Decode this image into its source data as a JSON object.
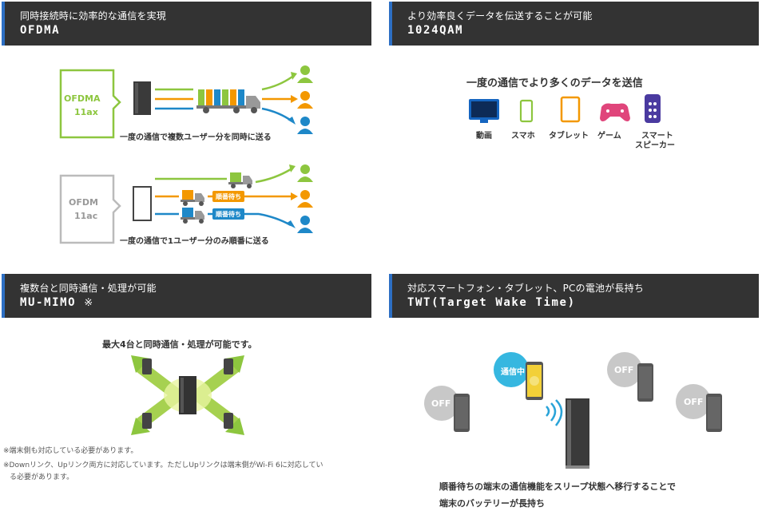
{
  "panels": {
    "ofdma": {
      "sub": "同時接続時に効率的な通信を実現",
      "title": "OFDMA",
      "box_top": [
        "OFDMA",
        "11ax"
      ],
      "box_bottom": [
        "OFDM",
        "11ac"
      ],
      "caption_top": "一度の通信で複数ユーザー分を同時に送る",
      "caption_bottom": "一度の通信で1ユーザー分のみ順番に送る",
      "wait_label_1": "順番待ち",
      "wait_label_2": "順番待ち"
    },
    "qam": {
      "sub": "より効率良くデータを伝送することが可能",
      "title": "1024QAM",
      "headline": "一度の通信でより多くのデータを送信",
      "devices": [
        {
          "label": "動画",
          "icon": "tv-icon"
        },
        {
          "label": "スマホ",
          "icon": "smartphone-icon"
        },
        {
          "label": "タブレット",
          "icon": "tablet-icon"
        },
        {
          "label": "ゲーム",
          "icon": "gamepad-icon"
        },
        {
          "label": "スマート",
          "icon": "smart-speaker-icon"
        },
        {
          "label": "スピーカー",
          "icon": ""
        }
      ]
    },
    "mumimo": {
      "sub": "複数台と同時通信・処理が可能",
      "title": "MU-MIMO",
      "title_note": "※",
      "headline": "最大4台と同時通信・処理が可能です。",
      "notes": [
        "※端末側も対応している必要があります。",
        "※Downリンク、Upリンク両方に対応しています。ただしUpリンクは端末側がWi-Fi 6に対応してい",
        "る必要があります。"
      ]
    },
    "twt": {
      "sub": "対応スマートフォン・タブレット、PCの電池が長持ち",
      "title": "TWT(Target Wake Time)",
      "active_badge": "通信中",
      "off_badges": [
        "OFF",
        "OFF",
        "OFF"
      ],
      "caption_lines": [
        "順番待ちの端末の通信機能をスリープ状態へ移行することで",
        "端末のバッテリーが長持ち"
      ]
    }
  },
  "colors": {
    "header_bg": "#333333",
    "header_accent": "#2d6fc4",
    "green": "#8dc63f",
    "orange": "#f39800",
    "blue": "#1e88c8",
    "gray_box": "#bbbbbb"
  }
}
